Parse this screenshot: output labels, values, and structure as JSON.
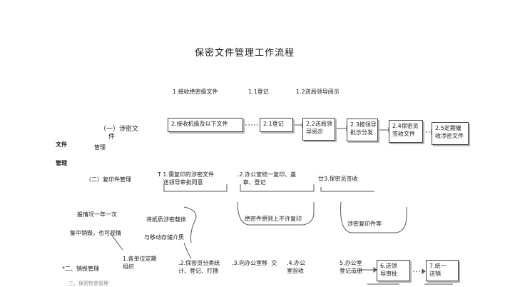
{
  "title": "保密文件管理工作流程",
  "top_steps": [
    "1.接收绝密级文件",
    "1.1登记",
    "1.2送局领导阅示"
  ],
  "boxes": {
    "receive_secret": "2.接收机级及以下文件",
    "register": "2.1登记",
    "leader_review": "2.2送局领\n导阅示",
    "dispatch": "2.3按领导\n批示分发",
    "clerk_receive": "2.4保密员\n签收文件",
    "periodic_recall": "2.5定期催\n收涉密文件",
    "approval": "6.送领\n导审批",
    "unified": "7.统一\n送销"
  },
  "left_labels": {
    "section1": "（一）涉密文",
    "section1b": "件",
    "doc": "文件",
    "manage": "管理",
    "manage2": "管理",
    "section2": "（二）复印件管理",
    "section3": "*二、销毁管理",
    "note1": "般情况一年一次",
    "note2": "集中销毁，也可视情",
    "paper": "将纸质涉密载体",
    "mobile": "与移动存储介质"
  },
  "copy_steps": {
    "need_copy": "T 1.需复印的涉密文件\n   送领导审批同意",
    "office_copy": ".2.办公室统一复印、盖\n   章、登记",
    "clerk_sign": "廿3.保密员签收"
  },
  "callouts": {
    "no_copy": "绝密件原则上不许复印",
    "copy_ink": "涉密复印件等"
  },
  "destroy_steps": {
    "org": "1.各单位定期\n组织",
    "classify": ".2.保密员分类统\n计、登记、打捆",
    "move": ".3.向办公室移  交",
    "check": ".4.办公\n室验收",
    "create": "5.办公室\n登记造册"
  },
  "bottom_partial": "三、保密检查管理"
}
